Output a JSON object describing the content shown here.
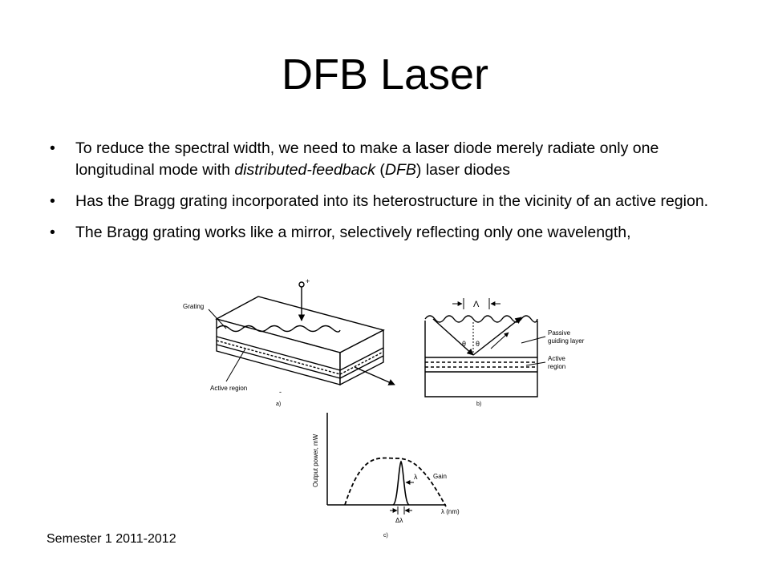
{
  "slide": {
    "title": "DFB Laser",
    "bullets": [
      {
        "parts": [
          {
            "text": "To reduce the spectral width, we need to make a laser diode merely radiate only one longitudinal mode with ",
            "italic": false
          },
          {
            "text": "distributed-feedback",
            "italic": true
          },
          {
            "text": " (",
            "italic": false
          },
          {
            "text": "DFB",
            "italic": true
          },
          {
            "text": ") laser diodes",
            "italic": false
          }
        ]
      },
      {
        "parts": [
          {
            "text": "Has the Bragg grating incorporated into its heterostructure in the vicinity of an active region.",
            "italic": false
          }
        ]
      },
      {
        "parts": [
          {
            "text": "The Bragg grating works like a mirror, selectively reflecting only one wavelength,",
            "italic": false
          }
        ]
      }
    ],
    "bullet_glyph": "•",
    "footer": "Semester 1 2011-2012"
  },
  "figure": {
    "panel_a": {
      "label_grating": "Grating",
      "label_active_region": "Active region",
      "label_plus": "+",
      "label_minus": "-",
      "caption": "a)"
    },
    "panel_b": {
      "label_period": "Λ",
      "label_theta": "θ",
      "label_passive": "Passive",
      "label_guiding": "guiding layer",
      "label_active": "Active",
      "label_region": "region",
      "caption": "b)"
    },
    "panel_c": {
      "ylabel": "Output power, mW",
      "label_gain": "Gain",
      "label_lambda": "λ",
      "xlabel": "λ (nm)",
      "label_dlambda": "Δλ",
      "caption": "c)"
    }
  }
}
